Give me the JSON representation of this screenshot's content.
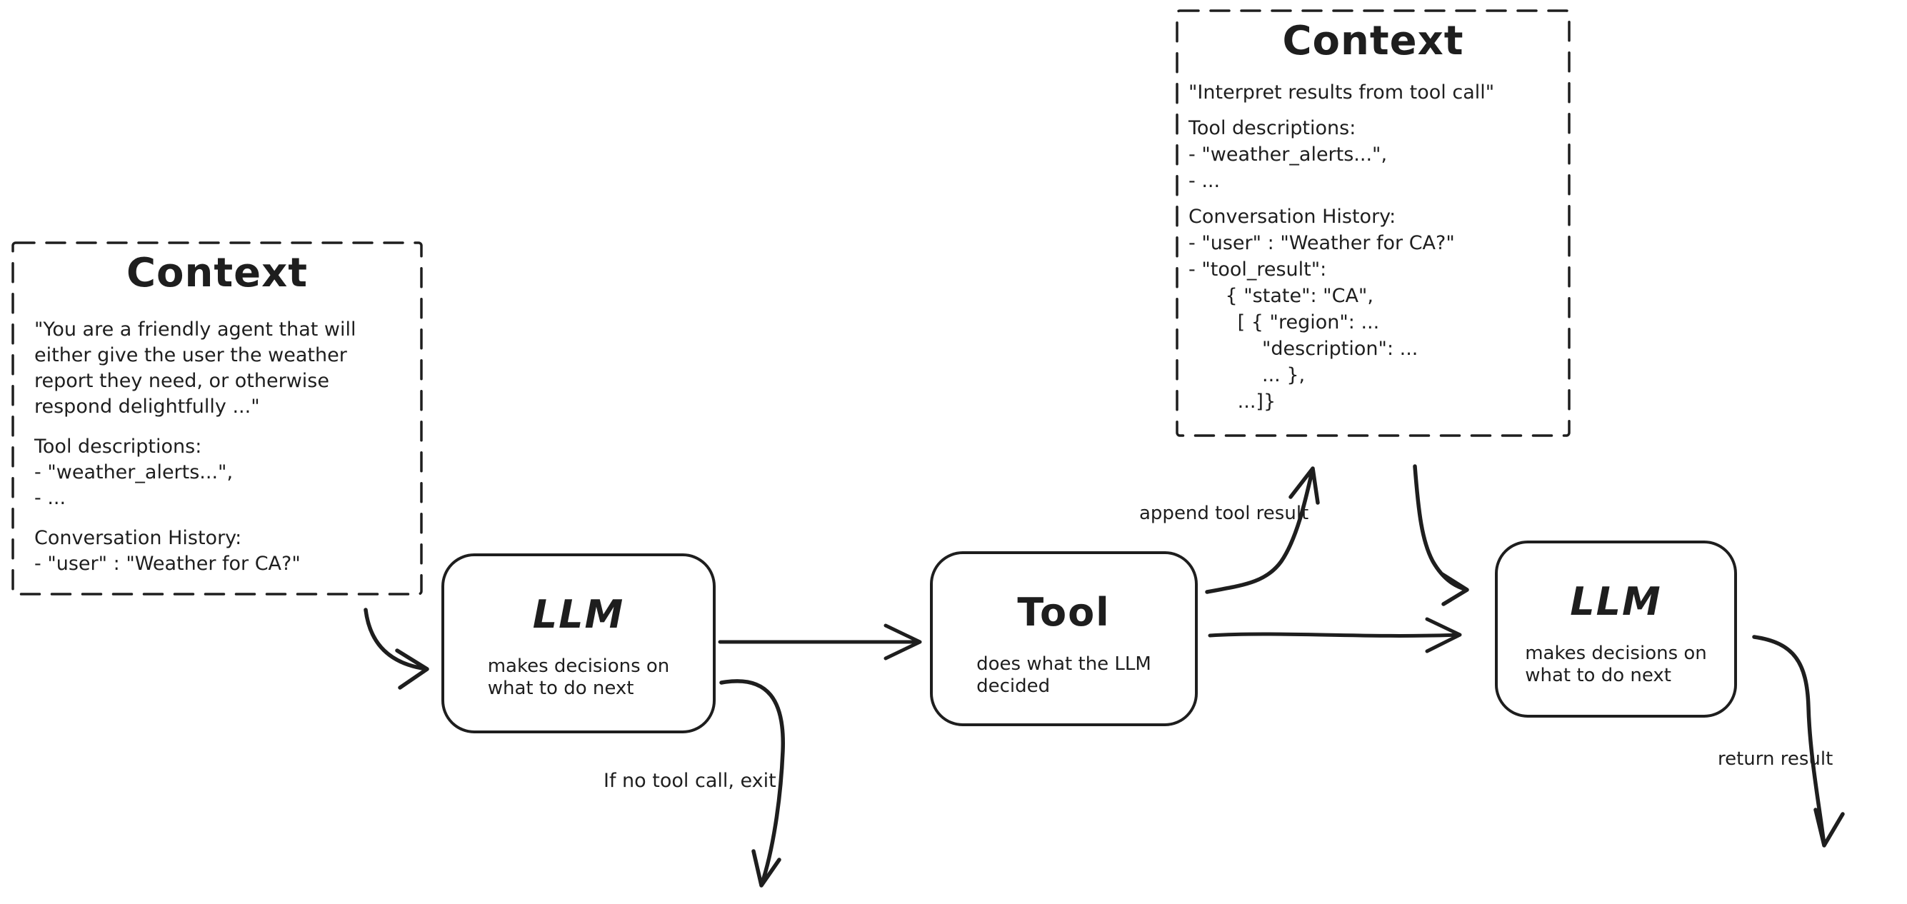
{
  "colors": {
    "ink": "#1e1e1e",
    "background": "#ffffff"
  },
  "diagram": {
    "context_left": {
      "title": "Context",
      "lines": [
        "\"You are a friendly agent that will",
        "either give the user the weather",
        "report they need, or otherwise",
        "respond delightfully ...\"",
        "",
        "Tool descriptions:",
        "- \"weather_alerts...\",",
        "- ...",
        "",
        "Conversation History:",
        "- \"user\" : \"Weather for CA?\""
      ]
    },
    "context_right": {
      "title": "Context",
      "lines": [
        "\"Interpret results from tool call\"",
        "",
        "Tool descriptions:",
        "- \"weather_alerts...\",",
        "- ...",
        "",
        "Conversation History:",
        "- \"user\" : \"Weather for CA?\"",
        "- \"tool_result\":",
        "      { \"state\": \"CA\",",
        "        [ { \"region\": ...",
        "            \"description\": ...",
        "            ... },",
        "        ...]}"
      ]
    },
    "llm_first": {
      "title": "LLM",
      "subtitle": "makes decisions on\nwhat to do next"
    },
    "tool": {
      "title": "Tool",
      "subtitle": "does what the LLM\ndecided"
    },
    "llm_second": {
      "title": "LLM",
      "subtitle": "makes decisions on\nwhat to do next"
    },
    "edge_labels": {
      "append_tool_result": "append tool result",
      "no_tool_call_exit": "If no tool call, exit",
      "return_result": "return result"
    }
  }
}
